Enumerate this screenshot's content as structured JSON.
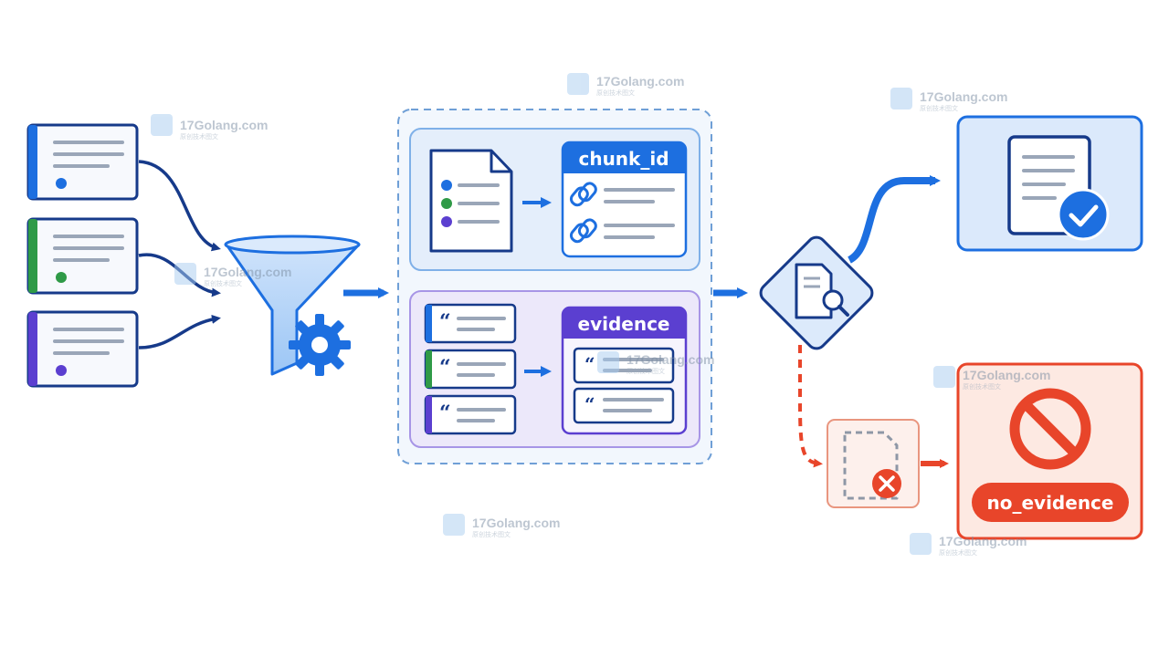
{
  "chunk_panel": {
    "title": "chunk_id"
  },
  "evidence_panel": {
    "title": "evidence"
  },
  "reject": {
    "label": "no_evidence"
  },
  "watermark": {
    "text": "17Golang.com",
    "subtext": "原创技术图文"
  },
  "colors": {
    "primary": "#1d6fe0",
    "navy": "#163a8a",
    "green": "#2f9a47",
    "purple": "#5b3fd0",
    "danger": "#e8452a",
    "panel_blue": "#e8f1fc",
    "panel_purple": "#efebfb"
  },
  "icons": [
    "funnel-icon",
    "gear-icon",
    "document-icon",
    "link-icon",
    "quote-icon",
    "document-search-icon",
    "document-check-icon",
    "missing-document-icon",
    "prohibited-icon"
  ]
}
